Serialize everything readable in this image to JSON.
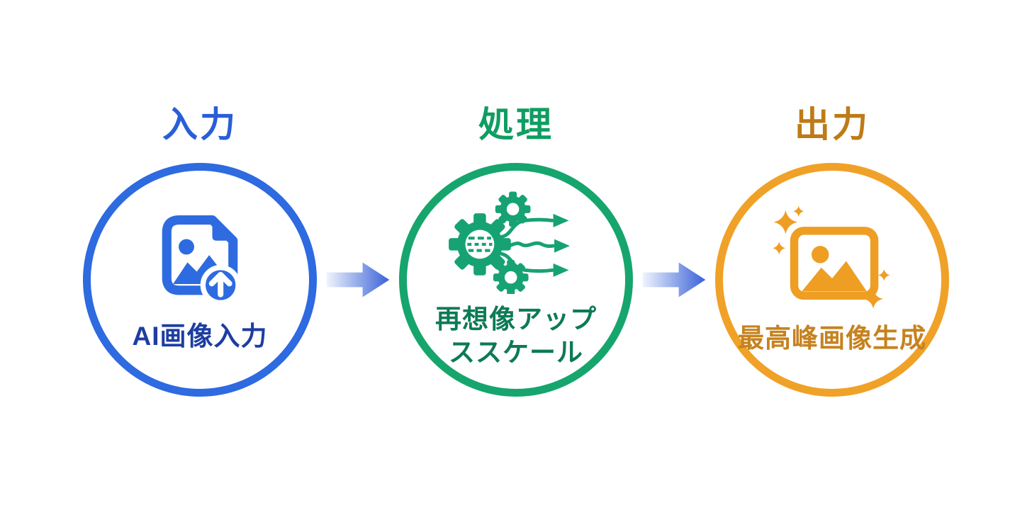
{
  "page": {
    "background_color": "#ffffff",
    "type": "process-flow-diagram"
  },
  "steps": [
    {
      "id": "input",
      "title": "入力",
      "label_lines": [
        "AI画像入力"
      ],
      "icon": "image-upload-icon",
      "title_color": "#2a5ed8",
      "circle_color": "#2e6ae0",
      "icon_color": "#2e6be0",
      "label_color": "#1d3da1"
    },
    {
      "id": "process",
      "title": "処理",
      "label_lines": [
        "再想像アップ",
        "ススケール"
      ],
      "icon": "ai-processing-gears-icon",
      "title_color": "#0f9d62",
      "circle_color": "#16a56d",
      "icon_color": "#17a273",
      "label_color": "#0d7a56"
    },
    {
      "id": "output",
      "title": "出力",
      "label_lines": [
        "最高峰画像生成"
      ],
      "icon": "sparkle-image-icon",
      "title_color": "#bd7b17",
      "circle_color": "#f0a127",
      "icon_color": "#ee9e23",
      "label_color": "#c6821f"
    }
  ],
  "arrow": {
    "icon": "right-arrow",
    "count": 2,
    "gradient_start": "#eff4fc",
    "gradient_end": "#3a62d8"
  }
}
